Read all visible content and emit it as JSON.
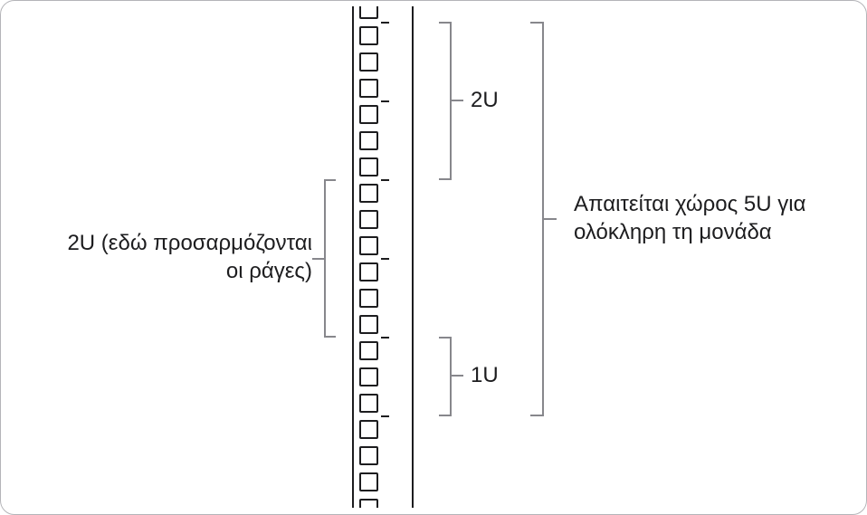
{
  "figure": {
    "background": "#ffffff",
    "border_color": "#b4b4b8",
    "rack_line_color": "#1d1d1f",
    "bracket_color": "#87878c",
    "text_color": "#1d1d1f"
  },
  "rack": {
    "hole_count": 20,
    "unit_tick_count": 6,
    "holes_per_unit": 3
  },
  "annotations": {
    "left_rails": {
      "label_line1": "2U (εδώ προσαρμόζονται",
      "label_line2": "οι ράγες)"
    },
    "top_span": {
      "label": "2U"
    },
    "bottom_span": {
      "label": "1U"
    },
    "full_unit": {
      "label_line1": "Απαιτείται χώρος 5U για",
      "label_line2": "ολόκληρη τη μονάδα"
    }
  }
}
